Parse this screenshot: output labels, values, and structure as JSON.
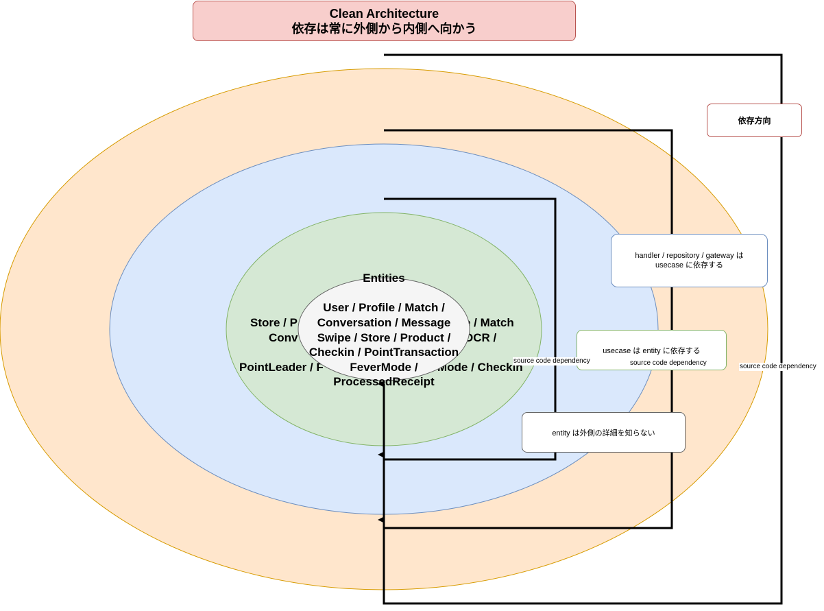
{
  "title": {
    "line1": "Clean Architecture",
    "line2": "依存は常に外側から内側へ向かう"
  },
  "legend": {
    "label": "依存方向"
  },
  "rings": {
    "frameworks": {
      "fill": "#ffe6cc",
      "stroke": "#d79b00"
    },
    "adapters": {
      "fill": "#dae8fc",
      "stroke": "#6c8ebf"
    },
    "usecases": {
      "fill": "#d5e8d4",
      "stroke": "#82b366",
      "text_line1": "Store / P",
      "text_line1_right": "e / Match",
      "text_line2": "Conv",
      "text_line2_right": "OCR /",
      "text_line3": "PointLeader / F",
      "text_line3_right": "Mode / Checkin"
    },
    "entities": {
      "fill": "#f5f5f5",
      "stroke": "#666666",
      "heading": "Entities",
      "lines": [
        "User / Profile / Match /",
        "Conversation / Message",
        "Swipe / Store / Product /",
        "Checkin / PointTransaction",
        "FeverMode /",
        "ProcessedReceipt"
      ]
    }
  },
  "notes": {
    "handler_line1": "handler / repository / gateway は",
    "handler_line2": "usecase に依存する",
    "usecase": "usecase は entity に依存する",
    "entity": "entity は外側の詳細を知らない"
  },
  "edge_labels": {
    "inner": "source code dependency",
    "middle": "source code dependency",
    "outer": "source code dependency"
  }
}
